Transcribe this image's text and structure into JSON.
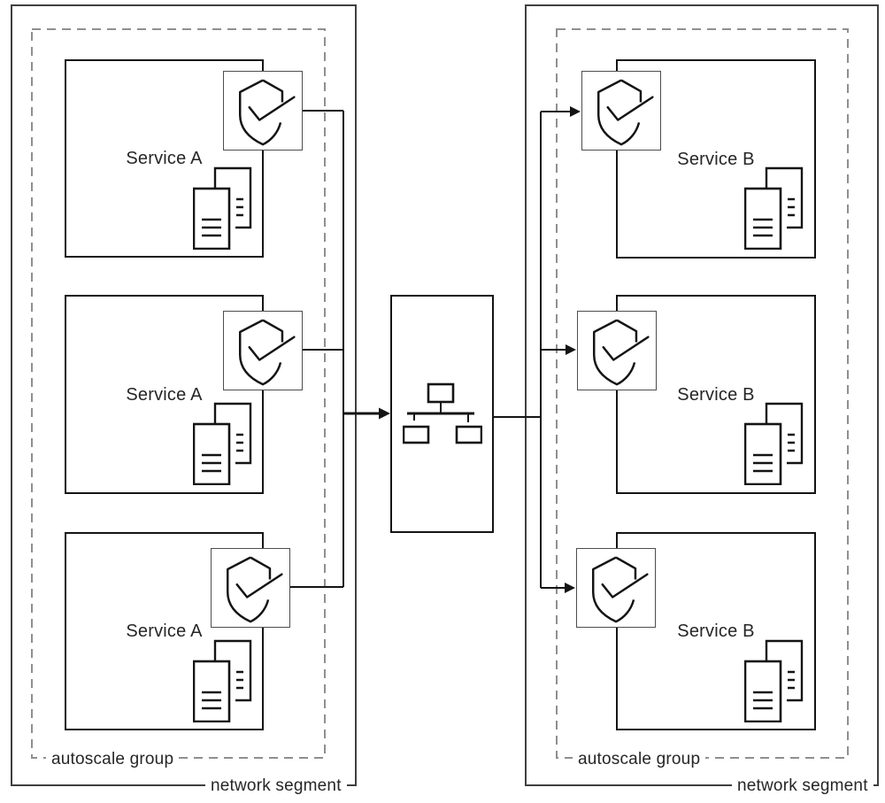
{
  "colors": {
    "background": "#ffffff",
    "segment_border": "#3f3f3f",
    "autoscale_dashed_border": "#8f8f8f",
    "service_box_border": "#141414",
    "shield_box_border": "#4d4d4d",
    "connector_line": "#141414",
    "text": "#262626"
  },
  "left_segment": {
    "label": "network segment",
    "autoscale_group": {
      "label": "autoscale group",
      "services": [
        {
          "name": "Service A",
          "icons": [
            "shield-check-icon",
            "instance-documents-icon"
          ]
        },
        {
          "name": "Service A",
          "icons": [
            "shield-check-icon",
            "instance-documents-icon"
          ]
        },
        {
          "name": "Service A",
          "icons": [
            "shield-check-icon",
            "instance-documents-icon"
          ]
        }
      ]
    }
  },
  "right_segment": {
    "label": "network segment",
    "autoscale_group": {
      "label": "autoscale group",
      "services": [
        {
          "name": "Service B",
          "icons": [
            "shield-check-icon",
            "instance-documents-icon"
          ]
        },
        {
          "name": "Service B",
          "icons": [
            "shield-check-icon",
            "instance-documents-icon"
          ]
        },
        {
          "name": "Service B",
          "icons": [
            "shield-check-icon",
            "instance-documents-icon"
          ]
        }
      ]
    }
  },
  "load_balancer": {
    "icon": "network-tree-icon"
  }
}
